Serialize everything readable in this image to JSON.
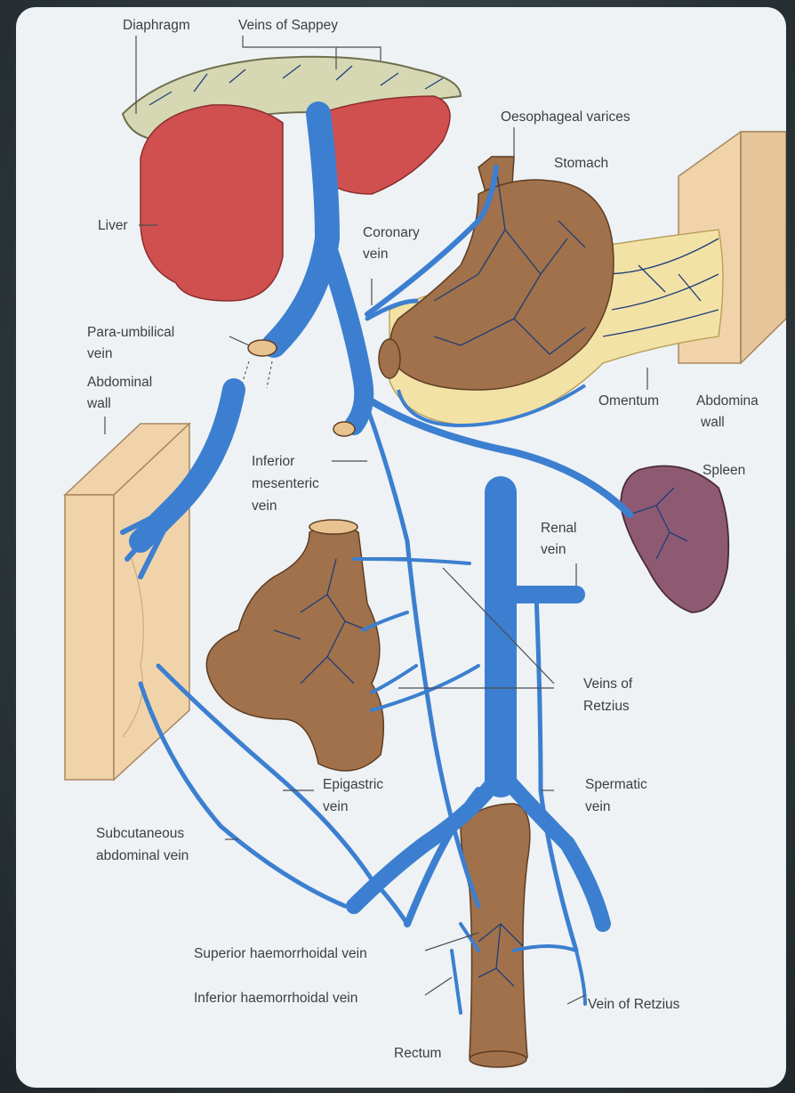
{
  "labels": {
    "diaphragm": "Diaphragm",
    "veins_of_sappey": "Veins of Sappey",
    "oesophageal_varices": "Oesophageal varices",
    "stomach": "Stomach",
    "liver": "Liver",
    "coronary_vein_1": "Coronary",
    "coronary_vein_2": "vein",
    "para_umbilical_1": "Para-umbilical",
    "para_umbilical_2": "vein",
    "abdominal_wall_left_1": "Abdominal",
    "abdominal_wall_left_2": "wall",
    "omentum": "Omentum",
    "abdominal_wall_right_1": "Abdomina",
    "abdominal_wall_right_2": "wall",
    "spleen": "Spleen",
    "inferior_mesenteric_1": "Inferior",
    "inferior_mesenteric_2": "mesenteric",
    "inferior_mesenteric_3": "vein",
    "renal_vein_1": "Renal",
    "renal_vein_2": "vein",
    "veins_of_retzius_1": "Veins of",
    "veins_of_retzius_2": "Retzius",
    "epigastric_1": "Epigastric",
    "epigastric_2": "vein",
    "spermatic_1": "Spermatic",
    "spermatic_2": "vein",
    "subcutaneous_1": "Subcutaneous",
    "subcutaneous_2": "abdominal vein",
    "superior_haemorrhoidal": "Superior haemorrhoidal vein",
    "inferior_haemorrhoidal": "Inferior haemorrhoidal vein",
    "vein_of_retzius": "Vein of Retzius",
    "rectum": "Rectum"
  },
  "colors": {
    "vein": "#3c7fd0",
    "liver": "#d0504f",
    "diaphragm": "#d6d8b4",
    "organ": "#a0714a",
    "omentum": "#f3e2a6",
    "wall": "#f1d3aa",
    "spleen": "#8e5a72",
    "background": "#eef2f4"
  }
}
